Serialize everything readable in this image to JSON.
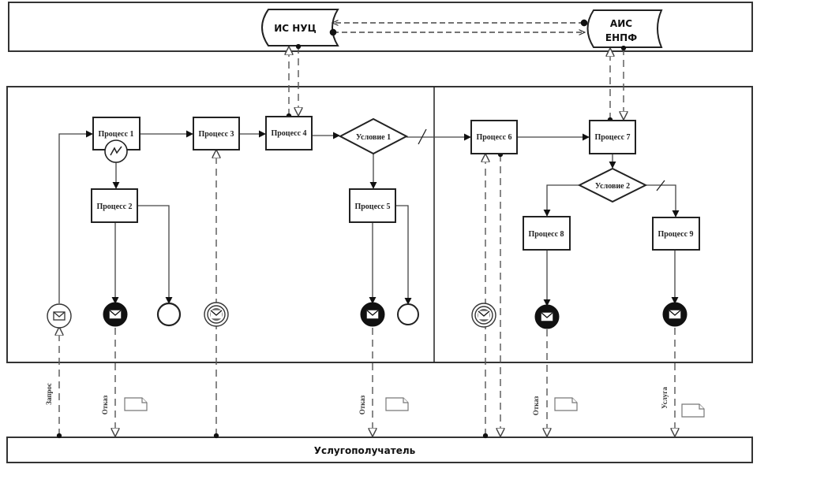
{
  "systems": {
    "is_nuc": {
      "label": "ИС НУЦ"
    },
    "ais_enpf": {
      "line1": "АИС",
      "line2": "ЕНПФ"
    }
  },
  "lanes": {
    "recipient": {
      "label": "Услугополучатель"
    }
  },
  "processes": [
    {
      "id": "p1",
      "label": "Процесс 1"
    },
    {
      "id": "p2",
      "label": "Процесс 2"
    },
    {
      "id": "p3",
      "label": "Процесс 3"
    },
    {
      "id": "p4",
      "label": "Процесс 4"
    },
    {
      "id": "p5",
      "label": "Процесс 5"
    },
    {
      "id": "p6",
      "label": "Процесс 6"
    },
    {
      "id": "p7",
      "label": "Процесс 7"
    },
    {
      "id": "p8",
      "label": "Процесс 8"
    },
    {
      "id": "p9",
      "label": "Процесс 9"
    }
  ],
  "conditions": [
    {
      "id": "c1",
      "label": "Условие 1"
    },
    {
      "id": "c2",
      "label": "Условие 2"
    }
  ],
  "message_labels": {
    "request": "Запрос",
    "refusal_1": "Отказ",
    "refusal_2": "Отказ",
    "refusal_3": "Отказ",
    "service": "Услуга"
  },
  "events": [
    {
      "type": "start-message"
    },
    {
      "type": "end-message"
    },
    {
      "type": "end"
    },
    {
      "type": "intermediate-message"
    },
    {
      "type": "end-message"
    },
    {
      "type": "end"
    },
    {
      "type": "intermediate-message"
    },
    {
      "type": "end-message"
    },
    {
      "type": "end-message"
    }
  ],
  "colors": {
    "line": "#222222",
    "background": "#ffffff"
  }
}
